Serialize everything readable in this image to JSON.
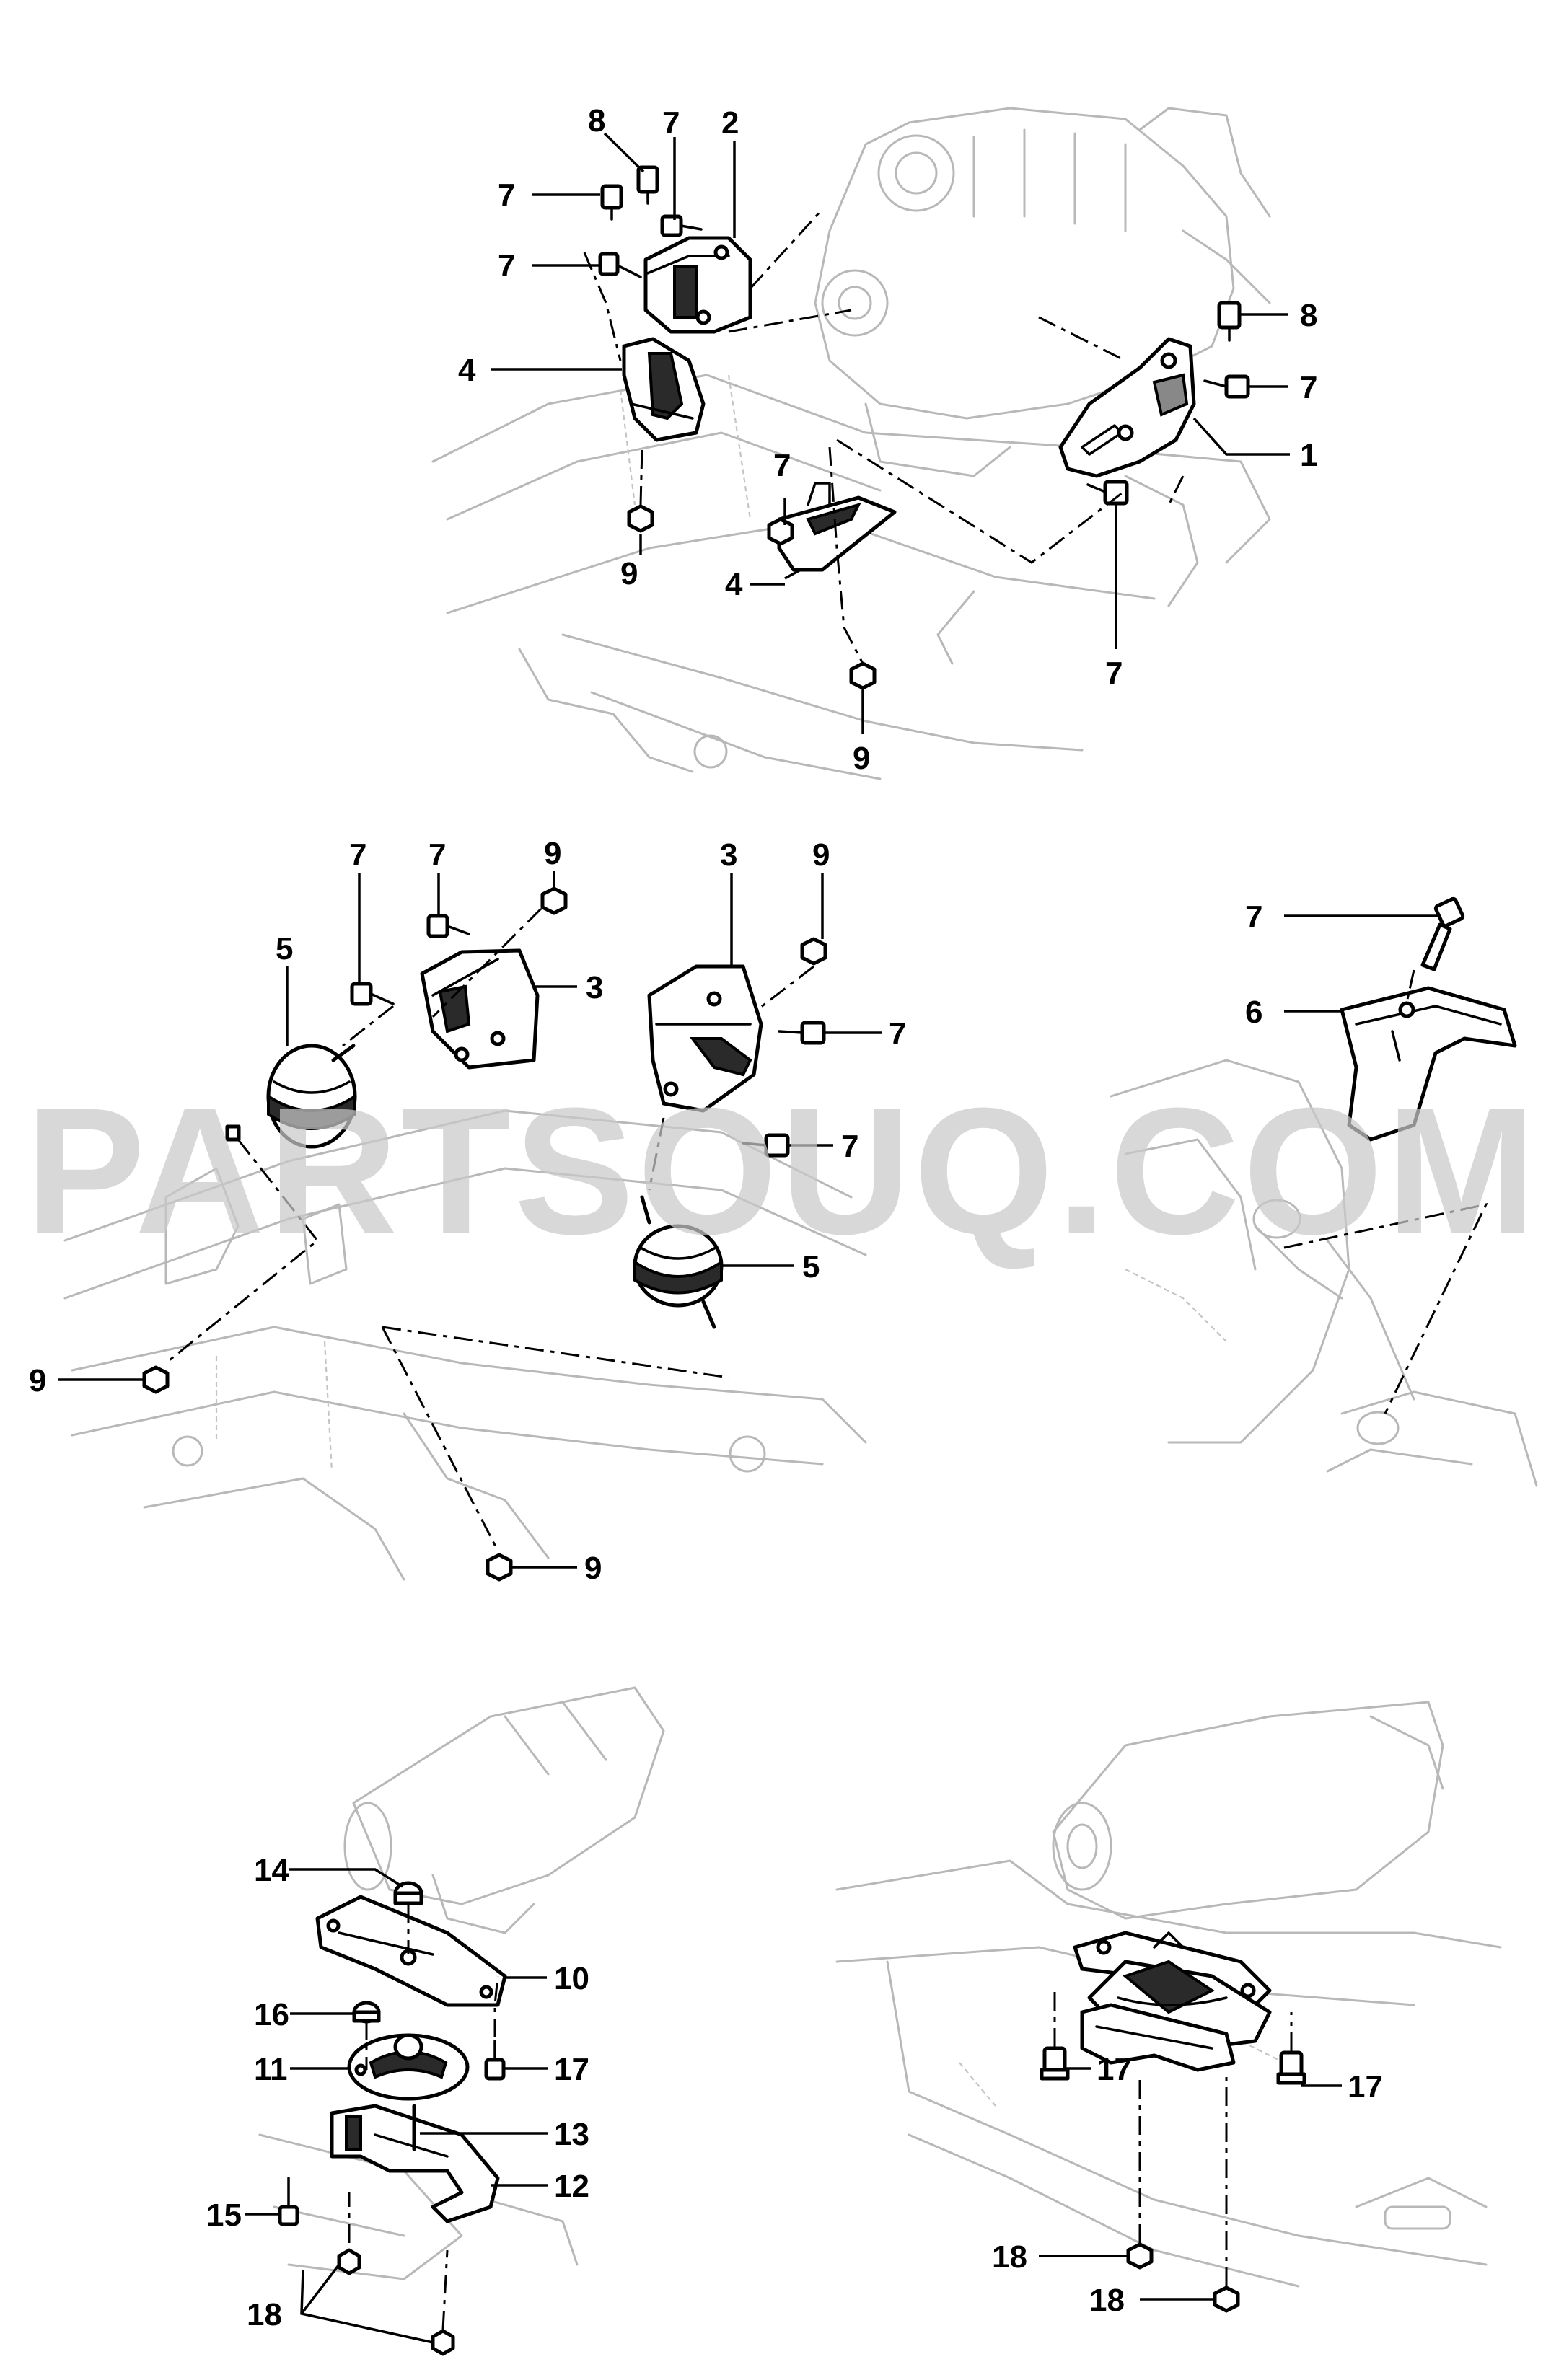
{
  "watermark": "PARTSOUQ.COM",
  "callouts": {
    "c1": "1",
    "c2": "2",
    "c3": "3",
    "c4": "4",
    "c5": "5",
    "c6": "6",
    "c7": "7",
    "c8": "8",
    "c9": "9",
    "c10": "10",
    "c11": "11",
    "c12": "12",
    "c13": "13",
    "c14": "14",
    "c15": "15",
    "c16": "16",
    "c17": "17",
    "c18": "18"
  },
  "colors": {
    "ink": "#000000",
    "ghost_linework": "#b8b8b8",
    "watermark": "#c9c9c9"
  }
}
